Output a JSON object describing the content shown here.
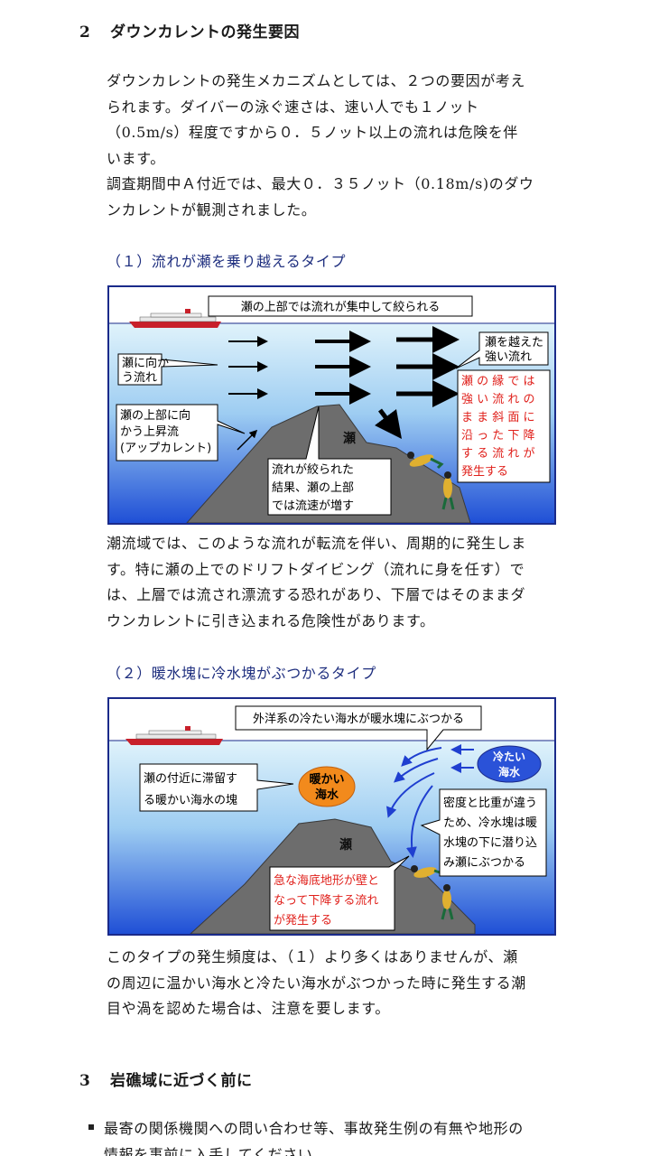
{
  "section2": {
    "number": "2",
    "title": "ダウンカレントの発生要因",
    "intro_lines": [
      "ダウンカレントの発生メカニズムとしては、２つの要因が考え",
      "られます。ダイバーの泳ぐ速さは、速い人でも１ノット",
      "（0.5m/s）程度ですから０．５ノット以上の流れは危険を伴",
      "います。",
      "調査期間中Ａ付近では、最大０．３５ノット（0.18m/s)のダウ",
      "ンカレントが観測されました。"
    ],
    "type1": {
      "heading": "（１）流れが瀬を乗り越えるタイプ",
      "figure": {
        "top_callout": "瀬の上部では流れが集中して絞られる",
        "left_callout": [
          "瀬に向か",
          "う流れ"
        ],
        "right_callout": [
          "瀬を越えた",
          "強い流れ"
        ],
        "upcurrent_callout": [
          "瀬の上部に向",
          "かう上昇流",
          "(アップカレント)"
        ],
        "center_callout": [
          "流れが絞られた",
          "結果、瀬の上部",
          "では流速が増す"
        ],
        "red_callout": [
          "瀬 の 縁 で は",
          "強 い 流 れ の",
          "ま ま 斜 面 に",
          "沿 っ た 下 降",
          "す る 流 れ が",
          "発生する"
        ],
        "reef_label": "瀬"
      },
      "after_lines": [
        "潮流域では、このような流れが転流を伴い、周期的に発生しま",
        "す。特に瀬の上でのドリフトダイビング（流れに身を任す）で",
        "は、上層では流され漂流する恐れがあり、下層ではそのままダ",
        "ウンカレントに引き込まれる危険性があります。"
      ]
    },
    "type2": {
      "heading": "（２）暖水塊に冷水塊がぶつかるタイプ",
      "figure": {
        "top_callout": "外洋系の冷たい海水が暖水塊にぶつかる",
        "warm_callout": [
          "瀬の付近に滞留す",
          "る暖かい海水の塊"
        ],
        "warm_label": [
          "暖かい",
          "海水"
        ],
        "cold_label": [
          "冷たい",
          "海水"
        ],
        "density_callout": [
          "密度と比重が違う",
          "ため、冷水塊は暖",
          "水塊の下に潜り込",
          "み瀬にぶつかる"
        ],
        "red_callout": [
          "急な海底地形が壁と",
          "なって下降する流れ",
          "が発生する"
        ],
        "reef_label": "瀬"
      },
      "after_lines": [
        "このタイプの発生頻度は、（１）より多くはありませんが、瀬",
        "の周辺に温かい海水と冷たい海水がぶつかった時に発生する潮",
        "目や渦を認めた場合は、注意を要します。"
      ]
    }
  },
  "section3": {
    "number": "3",
    "title": "岩礁域に近づく前に",
    "bullets": [
      [
        "最寄の関係機関への問い合わせ等、事故発生例の有無や地形の",
        "情報を事前に入手してください。"
      ]
    ]
  },
  "colors": {
    "sea_top": "#e0f3fb",
    "sea_bottom": "#1f4fd6",
    "reef": "#6d6d6d",
    "callout_red": "#e0201b",
    "heading_blue": "#1f2f7f",
    "warm": "#f28a1c",
    "cold": "#2a52d8"
  }
}
